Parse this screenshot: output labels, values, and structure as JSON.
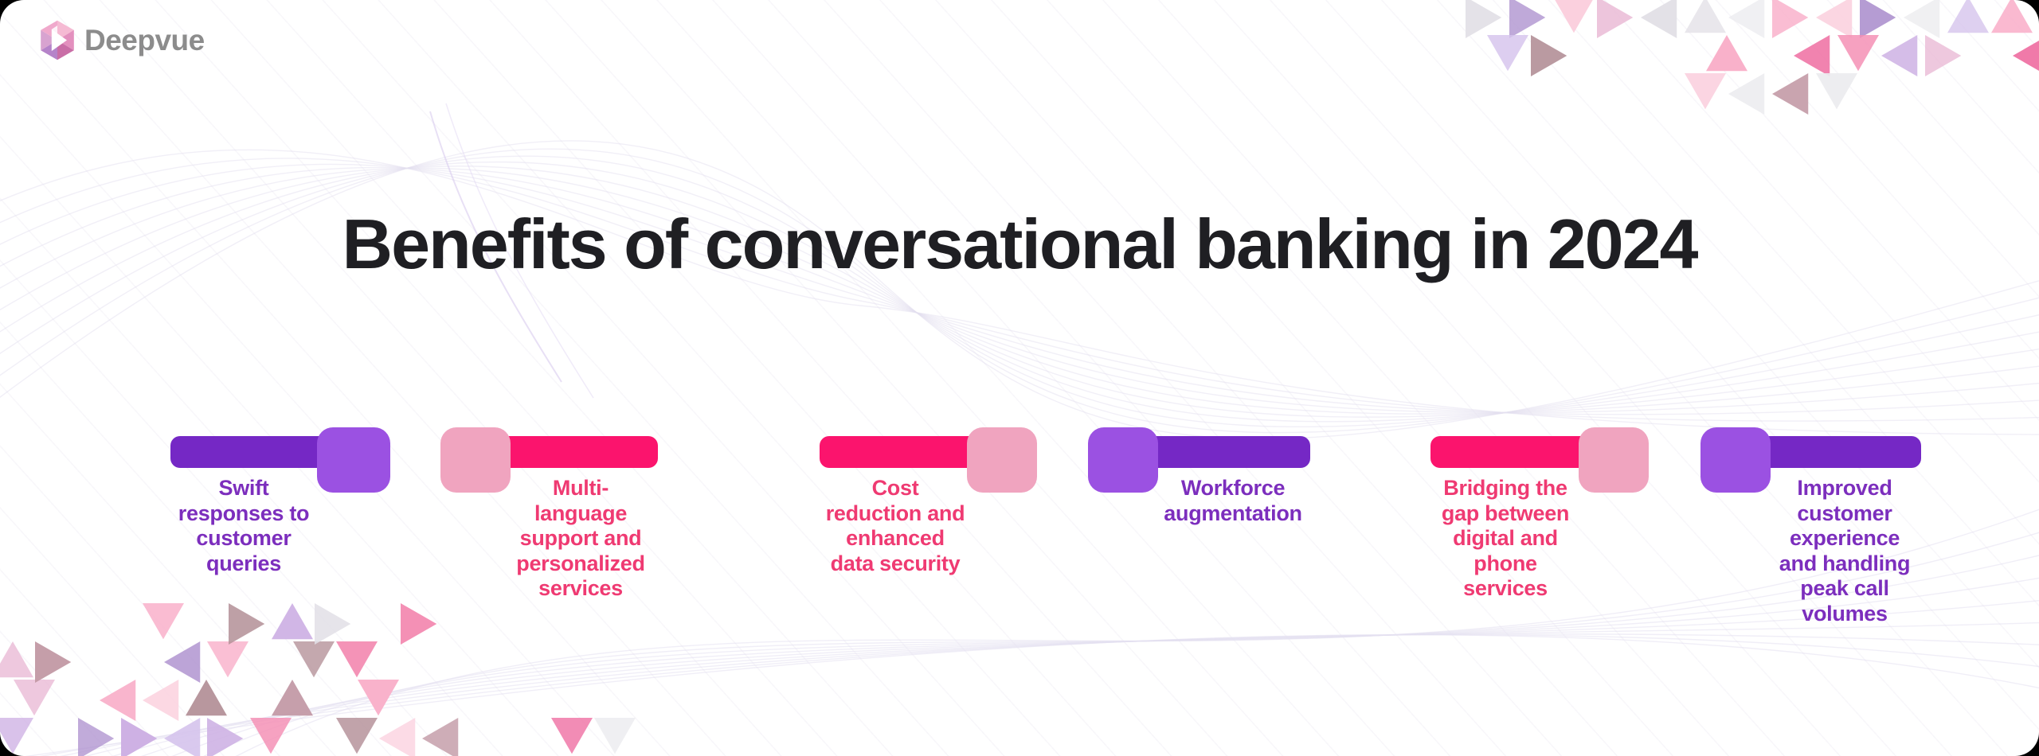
{
  "brand": {
    "name": "Deepvue",
    "logo_icon": "deepvue-hexagon-logo",
    "text_color": "#8c8c8c"
  },
  "title": {
    "text": "Benefits of conversational banking in 2024",
    "color": "#1f1f23"
  },
  "theme": {
    "purple_bar": "#7528C5",
    "purple_square": "#9B51E2",
    "purple_text": "#7C2EBD",
    "pink_bar": "#FB146D",
    "pink_square": "#F0A4BF",
    "pink_text": "#EF3A72",
    "background": "#FFFFFF",
    "wave_line": "#E4E0F0",
    "mosaic_palette": [
      "#F9AFC9",
      "#F48FB4",
      "#EF6FA2",
      "#FBD0DE",
      "#E9B7D4",
      "#CDB0E4",
      "#AE92CF",
      "#C39AA6",
      "#B38F97",
      "#ECECEF",
      "#E2E0E6",
      "#D5C3EC"
    ]
  },
  "items": [
    {
      "id": "swift-responses",
      "theme": "purple",
      "square_side": "right",
      "label": "Swift\nresponses to\ncustomer\nqueries"
    },
    {
      "id": "multi-language",
      "theme": "pink",
      "square_side": "left",
      "label": "Multi-\nlanguage\nsupport and\npersonalized\nservices"
    },
    {
      "id": "cost-reduction",
      "theme": "pink",
      "square_side": "right",
      "label": "Cost\nreduction and\nenhanced\ndata security"
    },
    {
      "id": "workforce-augmentation",
      "theme": "purple",
      "square_side": "left",
      "label": "Workforce\naugmentation"
    },
    {
      "id": "bridging-gap",
      "theme": "pink",
      "square_side": "right",
      "label": "Bridging the\ngap between\ndigital and\nphone\nservices"
    },
    {
      "id": "improved-experience",
      "theme": "purple",
      "square_side": "left",
      "label": "Improved\ncustomer\nexperience\nand handling\npeak call\nvolumes"
    }
  ]
}
